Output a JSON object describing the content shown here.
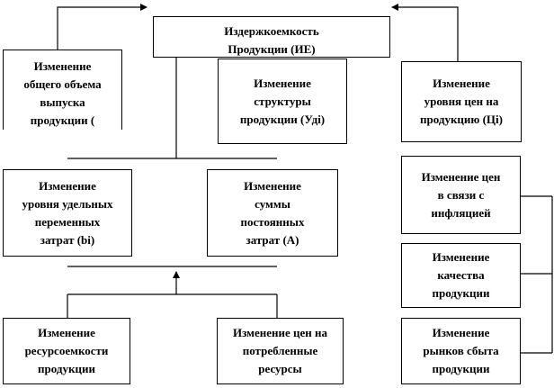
{
  "diagram": {
    "root": "Издержкоемкость\nПродукции (ИЕ)",
    "volume": "Изменение\nобщего объема\nвыпуска\nпродукции (\nVВП )",
    "structure": "Изменение\nструктуры\nпродукции (Удi)",
    "price_level": "Изменение\nуровня цен на\nпродукцию (Цi)",
    "variable_costs": "Изменение\nуровня удельных\nпеременных\nзатрат (bi)",
    "fixed_costs": "Изменение\nсуммы\nпостоянных\nзатрат (А)",
    "inflation": "Изменение цен\nв связи с\nинфляцией",
    "quality": "Изменение\nкачества\nпродукции",
    "markets": "Изменение\nрынков сбыта\nпродукции",
    "resource_intensity": "Изменение\nресурсоемкости\nпродукции",
    "resource_prices": "Изменение цен на\nпотребленные\nресурсы"
  }
}
